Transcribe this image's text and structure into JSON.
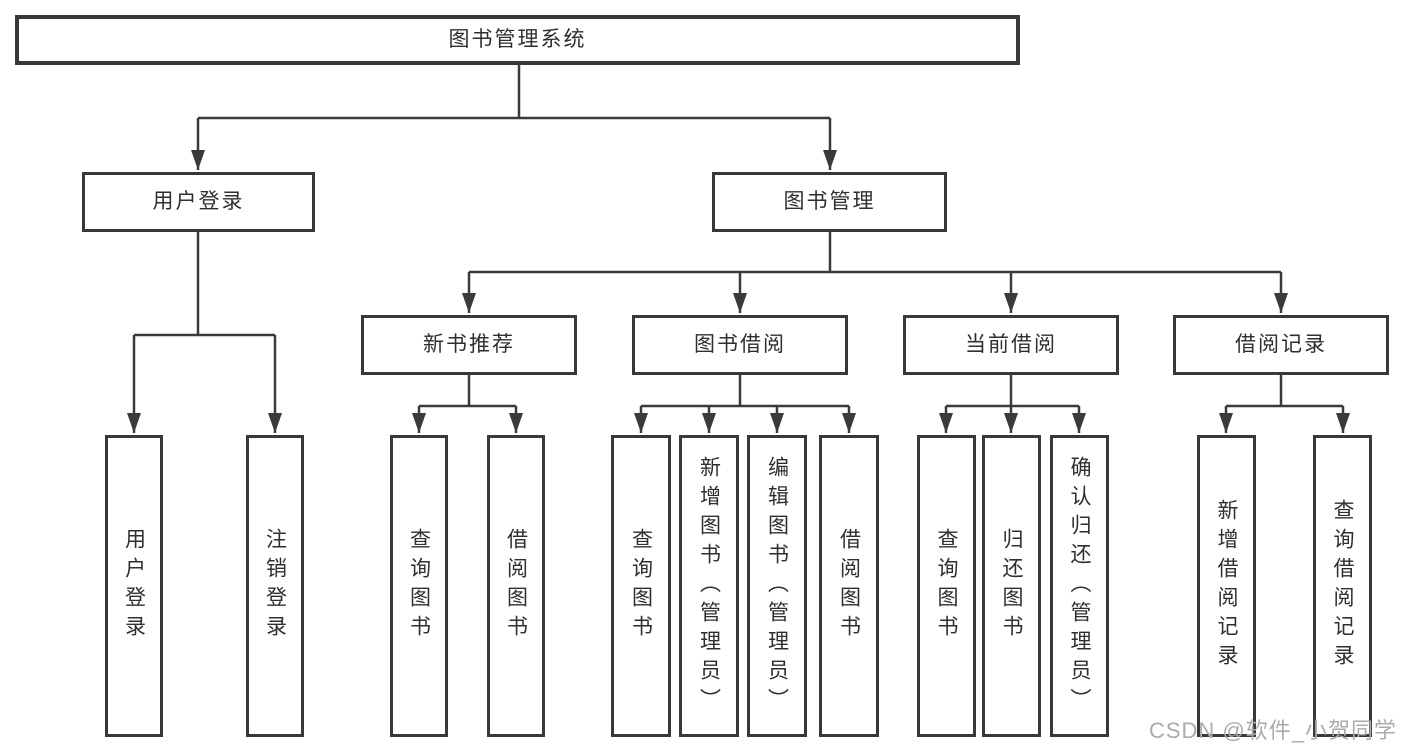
{
  "diagram": {
    "title": "图书管理系统",
    "root": {
      "label": "图书管理系统"
    },
    "level2": [
      "用户登录",
      "图书管理"
    ],
    "level3": [
      "新书推荐",
      "图书借阅",
      "当前借阅",
      "借阅记录"
    ],
    "leaves": {
      "user_login": [
        "用户登录",
        "注销登录"
      ],
      "new_book_recommend": [
        "查询图书",
        "借阅图书"
      ],
      "book_borrowing": [
        "查询图书",
        "新增图书（管理员）",
        "编辑图书（管理员）",
        "借阅图书"
      ],
      "current_borrowing": [
        "查询图书",
        "归还图书",
        "确认归还（管理员）"
      ],
      "borrowing_records": [
        "新增借阅记录",
        "查询借阅记录"
      ]
    }
  },
  "watermark": {
    "text": "CSDN @软件_小贺同学"
  },
  "colors": {
    "line": "#3a3a3a",
    "box_border": "#383838",
    "text": "#2f2f2f",
    "watermark": "#ababab",
    "background": "#ffffff"
  }
}
